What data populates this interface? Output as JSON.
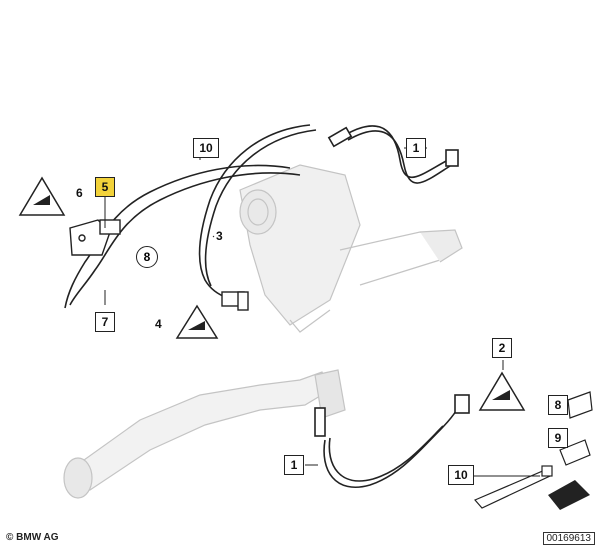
{
  "callouts": {
    "c1_top": "1",
    "c1_bottom": "1",
    "c2": "2",
    "c3": "3",
    "c4": "4",
    "c5": "5",
    "c6": "6",
    "c7": "7",
    "c8": "8",
    "c8_right": "8",
    "c9": "9",
    "c10_top": "10",
    "c10_bottom": "10"
  },
  "footer": {
    "copyright": "© BMW AG",
    "doc_number": "00169613"
  },
  "colors": {
    "line": "#222222",
    "highlight": "#f2d23a",
    "part_gray": "#cfcfcf"
  }
}
